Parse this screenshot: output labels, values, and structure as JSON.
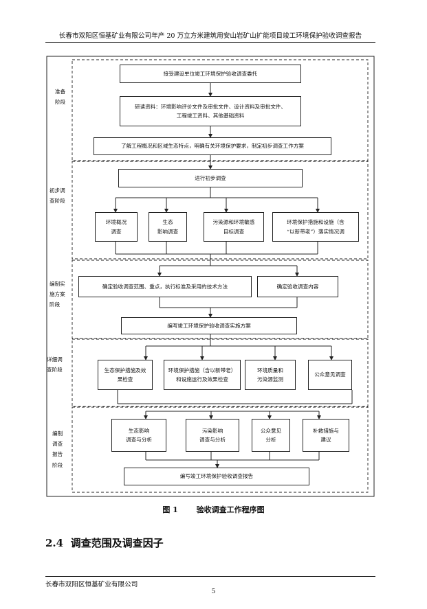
{
  "header": {
    "title": "长春市双阳区恒基矿业有限公司年产 20 万立方米建筑用安山岩矿山扩能项目竣工环境保护验收调查报告"
  },
  "figure": {
    "stages": [
      "准备\n阶段",
      "初步调\n查阶段",
      "编制实\n施方案\n阶段",
      "详细调\n查阶段",
      "编制\n调查\n报告\n阶段"
    ],
    "boxes": {
      "entrust": "接受建设单位竣工环境保护验收调查委托",
      "study": "研读资料：环境影响评价文件及审批文件、设计资料及审批文件、\n工程竣工资料、其他基础资料",
      "understand": "了解工程概况和区域生态特点，明确有关环境保护要求，制定初步调查工作方案",
      "prelim": "进行初步调查",
      "env_overview": "环境概况\n调查",
      "eco_impact": "生态\n影响调查",
      "pollution_source": "污染源和环境敏感\n目标调查",
      "measures_impl": "环境保护措施和设施（含\n“以新带老”）落实情况调",
      "scope": "确定验收调查范围、重点，执行标准及采用的技术方法",
      "content": "确定验收调查内容",
      "plan": "编写竣工环境保护验收调查实施方案",
      "eco_measures": "生态保护措施及效\n果检查",
      "env_measures": "环境保护措施（含以新带老）\n和设施运行及效果检查",
      "quality": "环境质量和\n污染源监测",
      "public": "公众意见调查",
      "eco_analysis": "生态影响\n调查与分析",
      "pollution_analysis": "污染影响\n调查与分析",
      "public_analysis": "公众意见\n分析",
      "remedial": "补救措施与\n建议",
      "report": "编写竣工环境保护验收调查报告"
    }
  },
  "caption": {
    "number": "图 1",
    "text": "验收调查工作程序图"
  },
  "section": {
    "number": "2.4",
    "title": "调查范围及调查因子"
  },
  "footer": {
    "company": "长春市双阳区恒基矿业有限公司",
    "page": "5"
  }
}
